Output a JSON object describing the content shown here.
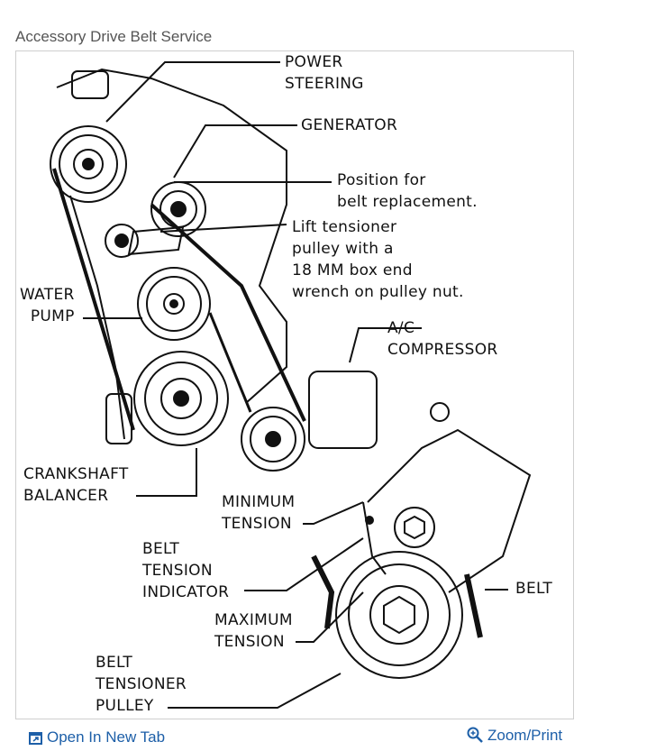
{
  "caption": "Accessory Drive Belt Service",
  "labels": {
    "power_steering_1": "POWER",
    "power_steering_2": "STEERING",
    "generator": "GENERATOR",
    "position_1": "Position for",
    "position_2": "belt replacement.",
    "lift_1": "Lift tensioner",
    "lift_2": "pulley with a",
    "lift_3": "18 MM box end",
    "lift_4": "wrench on pulley nut.",
    "water_pump_1": "WATER",
    "water_pump_2": "PUMP",
    "ac_1": "A/C",
    "ac_2": "COMPRESSOR",
    "crank_1": "CRANKSHAFT",
    "crank_2": "BALANCER",
    "min_1": "MINIMUM",
    "min_2": "TENSION",
    "bti_1": "BELT",
    "bti_2": "TENSION",
    "bti_3": "INDICATOR",
    "belt": "BELT",
    "max_1": "MAXIMUM",
    "max_2": "TENSION",
    "btp_1": "BELT",
    "btp_2": "TENSIONER",
    "btp_3": "PULLEY"
  },
  "links": {
    "open_new_tab": "Open In New Tab",
    "zoom_print": "Zoom/Print"
  },
  "colors": {
    "link": "#1d5fa8",
    "ink": "#111111",
    "caption": "#555555"
  },
  "icons": {
    "open_new_tab": "external-window-icon",
    "zoom_print": "magnifier-icon"
  }
}
